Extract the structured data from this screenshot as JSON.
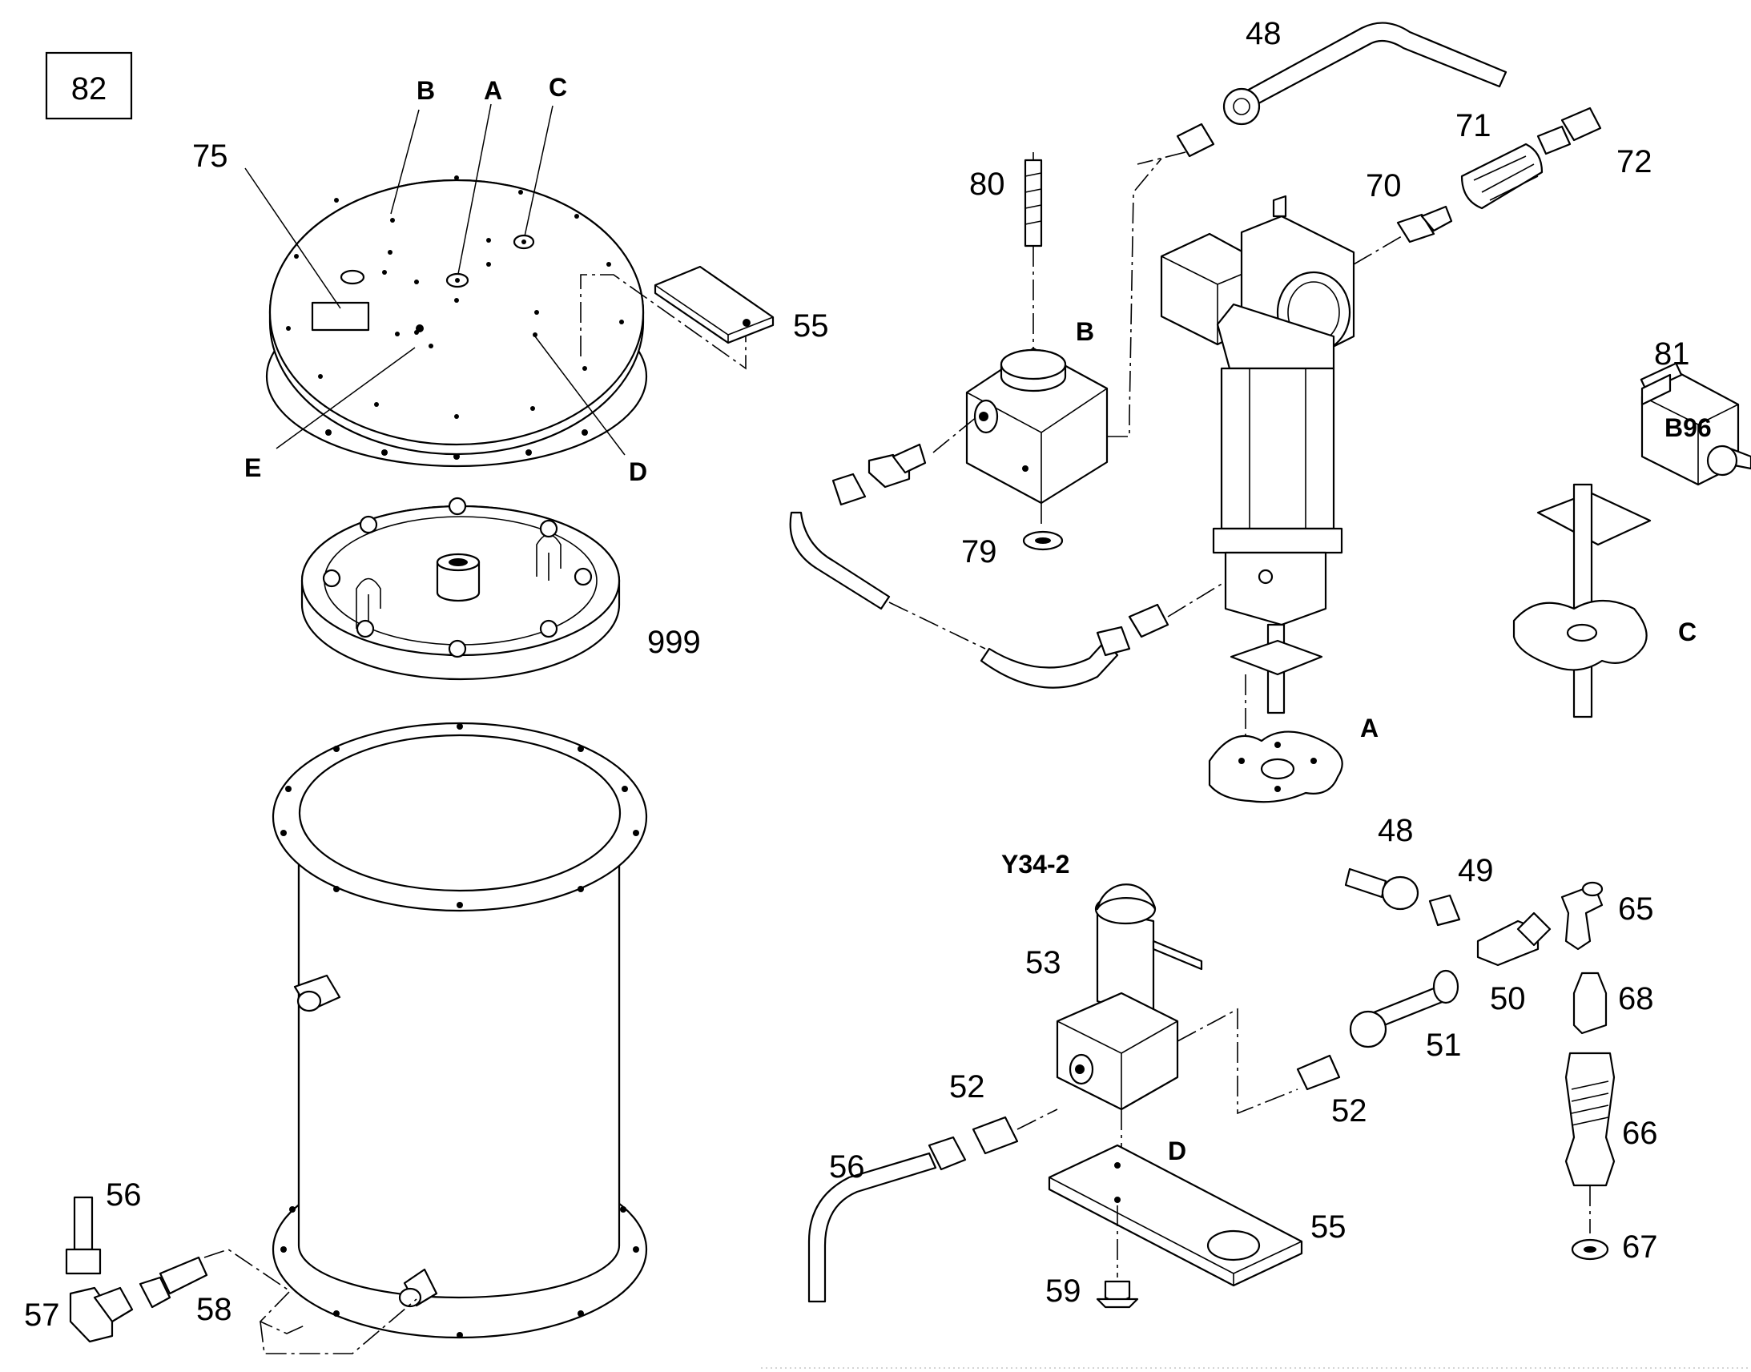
{
  "page_number": "82",
  "part_numbers": {
    "p75": "75",
    "p55a": "55",
    "p999": "999",
    "p56a": "56",
    "p57": "57",
    "p58": "58",
    "p80": "80",
    "p79": "79",
    "p48a": "48",
    "p71": "71",
    "p72": "72",
    "p70": "70",
    "p81": "81",
    "p48b": "48",
    "p49": "49",
    "p65": "65",
    "p50": "50",
    "p68": "68",
    "p51": "51",
    "p66": "66",
    "p67": "67",
    "p53": "53",
    "p52a": "52",
    "p52b": "52",
    "p56b": "56",
    "p55b": "55",
    "p59": "59"
  },
  "letters": {
    "plate_b": "B",
    "plate_a": "A",
    "plate_c": "C",
    "plate_e": "E",
    "plate_d": "D",
    "block_b": "B",
    "flange_a": "A",
    "flange_c": "C",
    "sensor_b96": "B96",
    "valve_y34": "Y34-2",
    "bracket_d": "D"
  }
}
